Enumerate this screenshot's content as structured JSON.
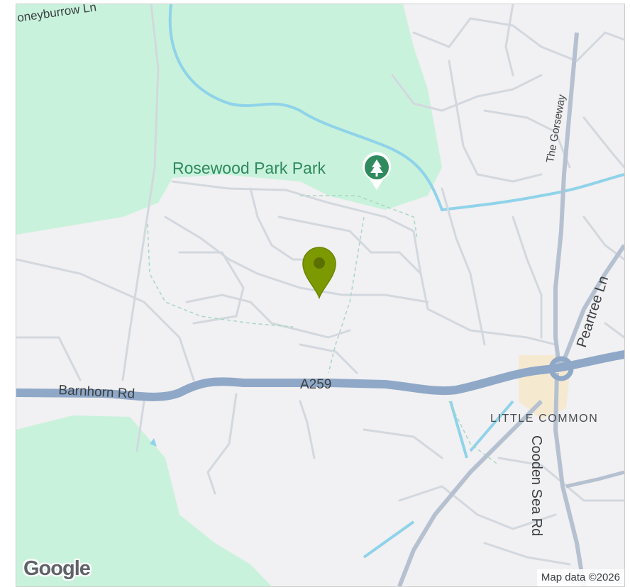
{
  "map": {
    "park_label": "Rosewood Park Park",
    "park_icon": "tree-icon",
    "place_label": "LITTLE COMMON",
    "roads": {
      "barnhorn": "Barnhorn Rd",
      "a259": "A259",
      "honeyburrow": "oneyburrow Ln",
      "gorseway": "The Gorseway",
      "peartree": "Peartree Ln",
      "cooden": "Cooden Sea Rd"
    },
    "marker_icon": "location-pin-icon",
    "marker_color": "#7c9a00",
    "logo": "Google",
    "attribution": "Map data ©2026"
  },
  "colors": {
    "land": "#f1f0f2",
    "park": "#c9f2dc",
    "water": "#8fd3ea",
    "major_road": "#8fa8c8",
    "minor_road": "#d3d8df",
    "urban": "#f5ead0",
    "park_label": "#2f8a5e"
  }
}
